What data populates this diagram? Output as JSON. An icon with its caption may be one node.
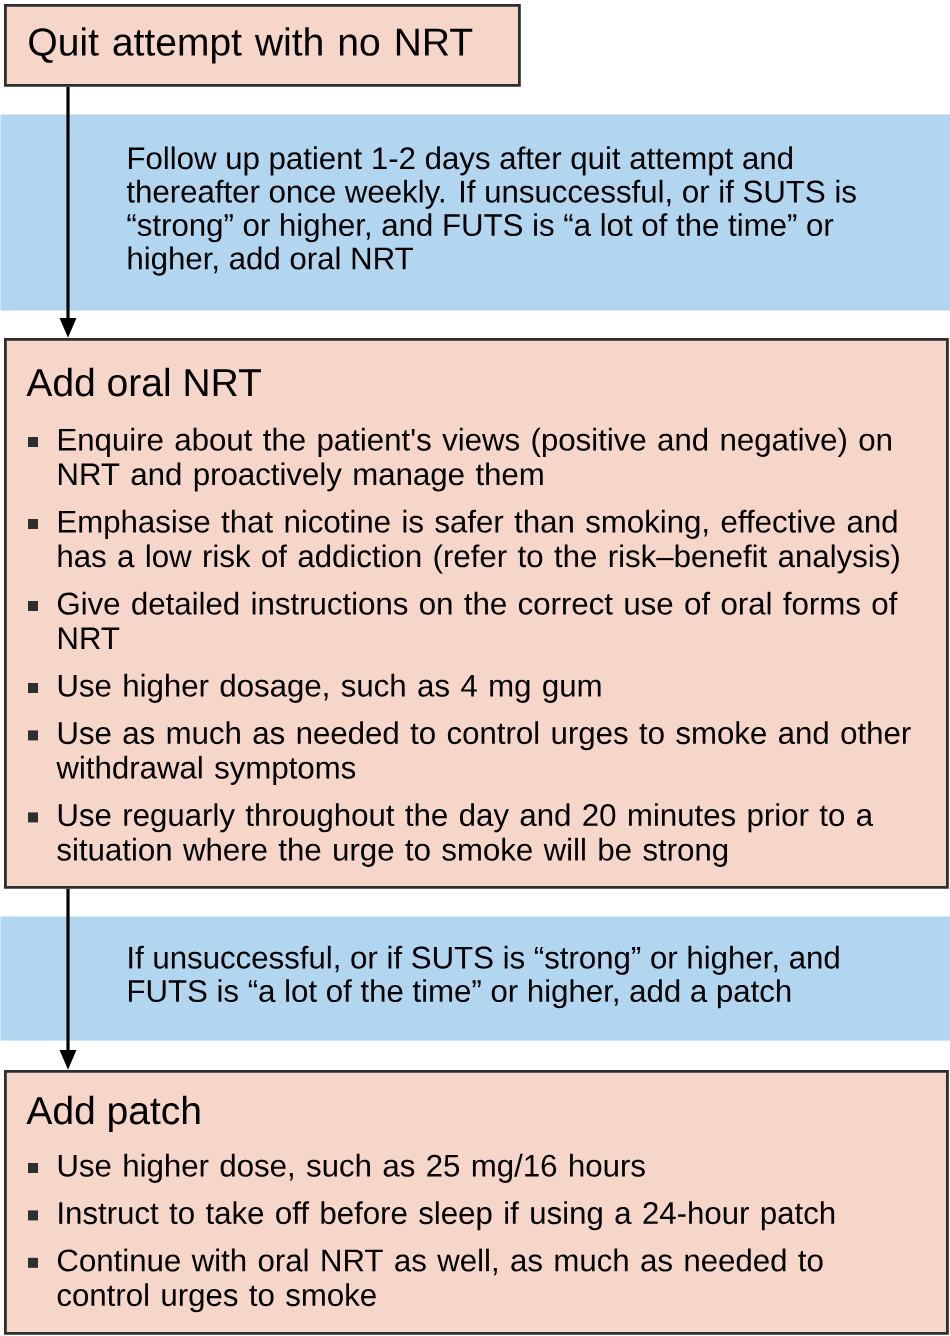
{
  "diagram": {
    "nodes": [
      {
        "text": [
          "Quit attempt with no NRT"
        ]
      },
      {
        "text": [
          "Add oral NRT",
          "Enquire about the patient's views (positive and negative) on NRT and proactively manage them",
          "Emphasise that nicotine is safer than smoking, effective and has a low risk of addiction (refer to the risk–benefit analysis)",
          "Give detailed instructions on the correct use of oral forms of NRT",
          "Use higher dosage, such as 4 mg gum",
          "Use as much as needed to control urges to smoke and other withdrawal symptoms",
          "Use reguarly throughout the day and 20 minutes prior to a situation where the urge to smoke will be strong"
        ]
      },
      {
        "text": [
          "Add patch",
          "Use higher dose, such as 25 mg/16 hours",
          "Instruct to take off before sleep if using a 24-hour patch",
          "Continue with oral NRT as well, as much as needed to control urges to smoke"
        ]
      }
    ],
    "edges": [
      {
        "from": 0,
        "to": 1,
        "arrow": "to",
        "label": "Follow up patient 1-2 days after quit attempt and thereafter once weekly. If unsuccessful, or if SUTS is “strong” or higher, and FUTS is “a lot of the time” or higher, add oral NRT"
      },
      {
        "from": 1,
        "to": 2,
        "arrow": "to",
        "label": "If unsuccessful, or if SUTS is “strong” or higher, and FUTS is “a lot of the time” or higher, add a patch"
      }
    ]
  }
}
